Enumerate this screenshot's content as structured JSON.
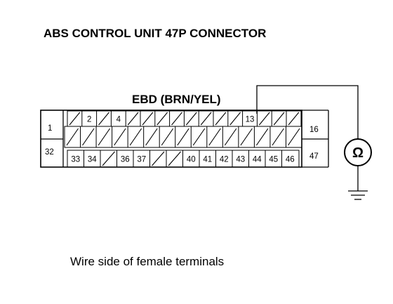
{
  "title": "ABS CONTROL UNIT 47P CONNECTOR",
  "wire_label": "EBD (BRN/YEL)",
  "caption": "Wire side of female terminals",
  "meter_symbol": "Ω",
  "icons": [
    "ohmmeter-icon",
    "ground-icon"
  ],
  "connector": {
    "side_pins": [
      "1",
      "32",
      "16",
      "47"
    ],
    "row1": [
      "",
      "2",
      "",
      "4",
      "",
      "",
      "",
      "",
      "",
      "",
      "",
      "",
      "13",
      "",
      "",
      ""
    ],
    "row3": [
      "33",
      "34",
      "",
      "36",
      "37",
      "",
      "",
      "40",
      "41",
      "42",
      "43",
      "44",
      "45",
      "46"
    ]
  }
}
